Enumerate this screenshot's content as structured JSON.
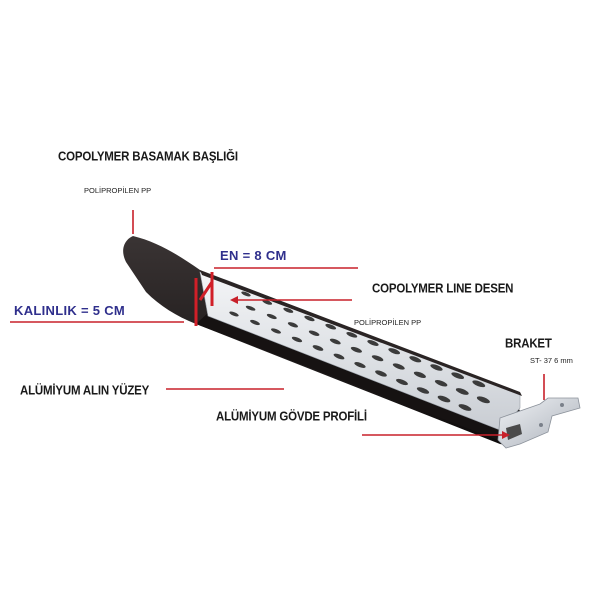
{
  "labels": {
    "copolymer_basamak": "COPOLYMER BASAMAK BAŞLIĞI",
    "polipropilen_1": "POLİPROPİLEN PP",
    "en": "EN = 8 CM",
    "copolymer_line": "COPOLYMER LINE DESEN",
    "kalinlik": "KALINLIK = 5 CM",
    "polipropilen_2": "POLİPROPİLEN PP",
    "braket": "BRAKET",
    "braket_spec": "ST- 37 6 mm",
    "aluminyum_alin": "ALÜMİYUM ALIN YÜZEY",
    "aluminyum_govde": "ALÜMİYUM GÖVDE PROFİLİ"
  },
  "colors": {
    "leader_line": "#c8202a",
    "dimension_text": "#2f2f8c",
    "profile_body": "#1c1818",
    "tread_surface": "#e9ebee",
    "bracket": "#d7dbe2"
  }
}
